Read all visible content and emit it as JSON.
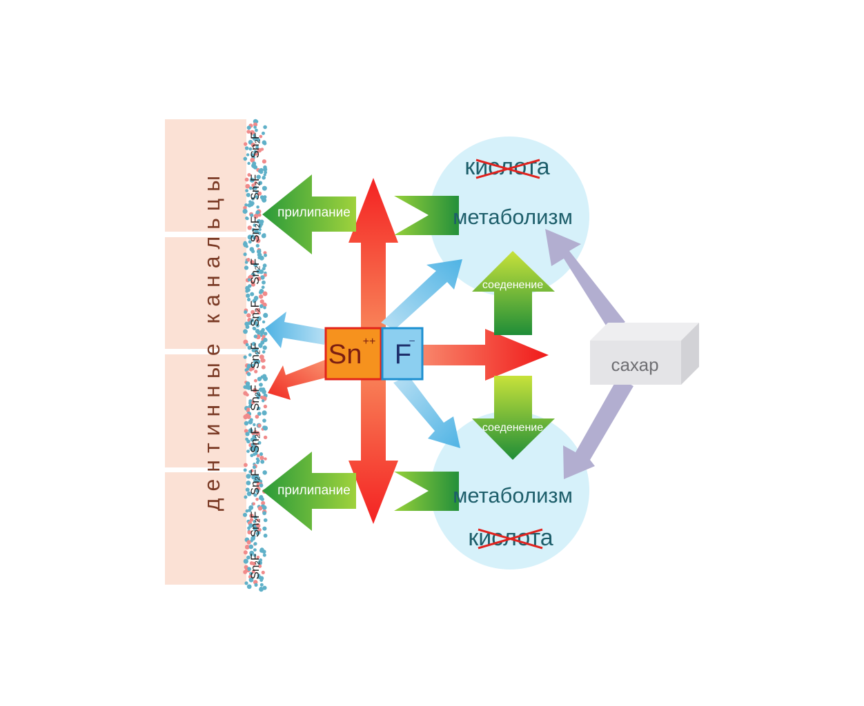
{
  "dentin": {
    "label": "дентинные канальцы",
    "compound_label": "Sn₂F",
    "compound_repeat": 11
  },
  "ions": {
    "tin": {
      "symbol": "Sn",
      "charge": "++"
    },
    "fluoride": {
      "symbol": "F",
      "charge": "–"
    }
  },
  "labels": {
    "adhesion": "прилипание",
    "binding": "соеденение",
    "metabolism": "метаболизм",
    "acid": "кислота",
    "sugar": "сахар"
  },
  "colors": {
    "dentin_block": "#fbe1d5",
    "bacteria_circle": "#d6f1fa",
    "tin_box": "#f6921e",
    "fluoride_box": "#8ccff0",
    "red_arrow": "#f02420",
    "green_arrow": "#2f9a3c",
    "blue_arrow": "#5fb7e5",
    "purple_arrow": "#b2aed0",
    "teal_text": "#1d5e6a",
    "dentin_text": "#7a3a25"
  }
}
